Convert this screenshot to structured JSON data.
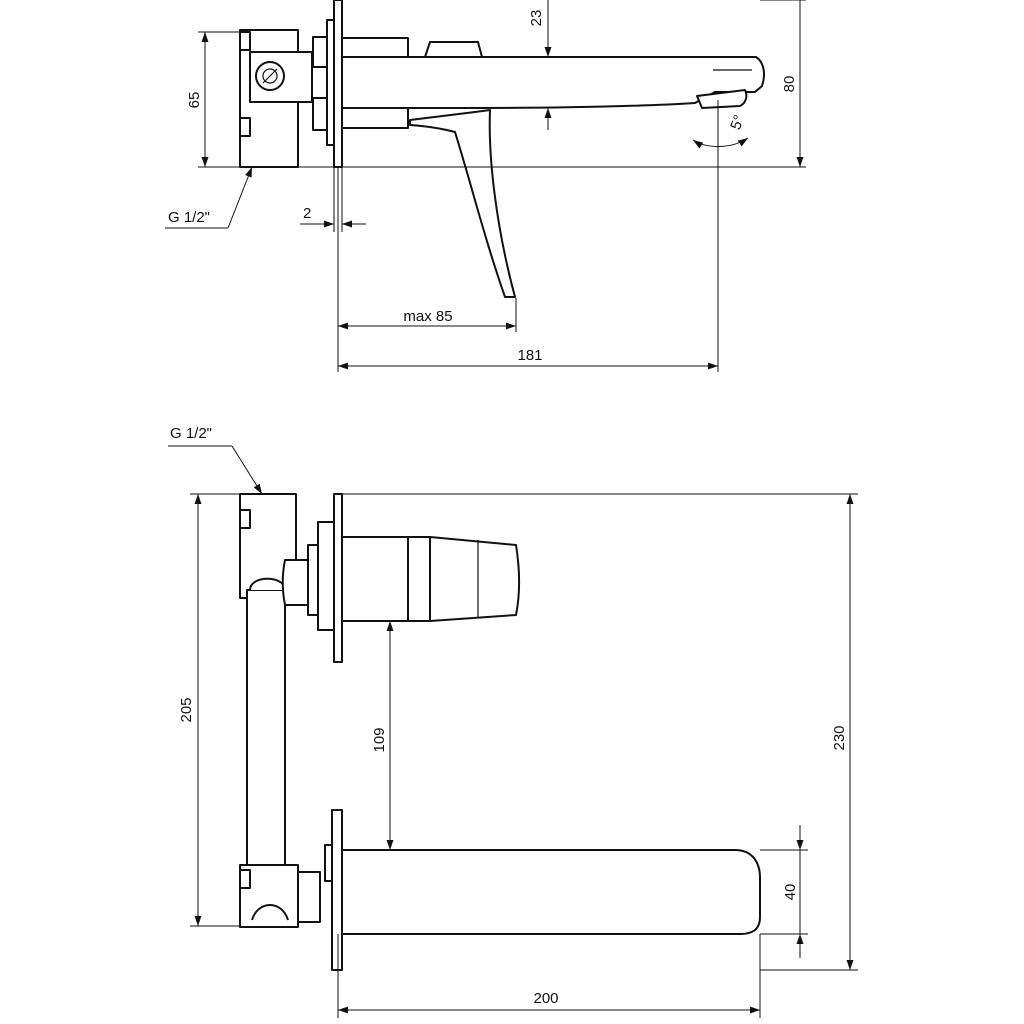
{
  "side_view": {
    "dim_23": "23",
    "dim_65": "65",
    "dim_80": "80",
    "dim_2": "2",
    "dim_max85": "max 85",
    "dim_181": "181",
    "angle": "5°",
    "thread": "G 1/2\""
  },
  "top_view": {
    "thread": "G 1/2\"",
    "dim_205": "205",
    "dim_109": "109",
    "dim_230": "230",
    "dim_40": "40",
    "dim_200": "200"
  }
}
